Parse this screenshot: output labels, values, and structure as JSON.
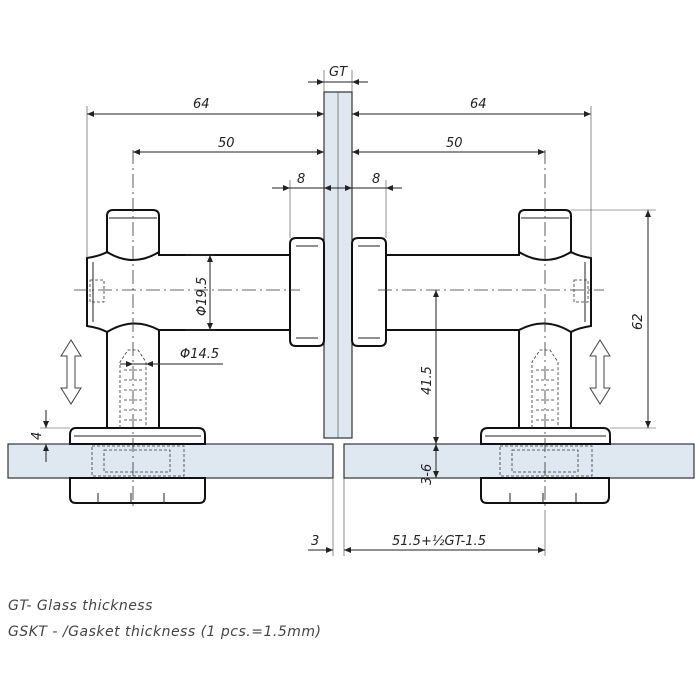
{
  "dimensions": {
    "gt": "GT",
    "left_64": "64",
    "right_64": "64",
    "left_50": "50",
    "right_50": "50",
    "left_8": "8",
    "right_8": "8",
    "dia_19_5": "Φ19.5",
    "dia_14_5": "Φ14.5",
    "h_62": "62",
    "h_41_5": "41.5",
    "h_4": "4",
    "h_3_6": "3-6",
    "w_3": "3",
    "w_formula": "51.5+½GT-1.5"
  },
  "notes": {
    "line1": "GT- Glass thickness",
    "line2": "GSKT - /Gasket thickness (1 pcs.=1.5mm)"
  }
}
